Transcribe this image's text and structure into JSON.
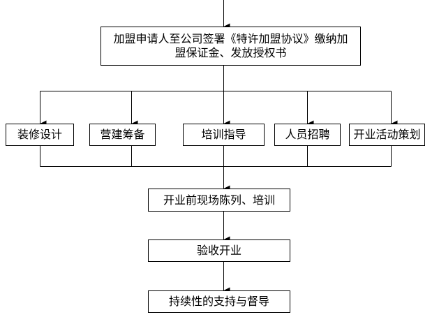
{
  "flow": {
    "top_box": {
      "lines": [
        "加盟申请人至公司签署《特许加盟协议》缴纳加",
        "盟保证金、发放授权书"
      ]
    },
    "branches": [
      {
        "label": "装修设计"
      },
      {
        "label": "营建筹备"
      },
      {
        "label": "培训指导"
      },
      {
        "label": "人员招聘"
      },
      {
        "label": "开业活动策划"
      }
    ],
    "steps": [
      {
        "label": "开业前现场陈列、培训"
      },
      {
        "label": "验收开业"
      },
      {
        "label": "持续性的支持与督导"
      }
    ]
  },
  "colors": {
    "line": "#000000",
    "box_border": "#000000",
    "background": "#ffffff"
  }
}
